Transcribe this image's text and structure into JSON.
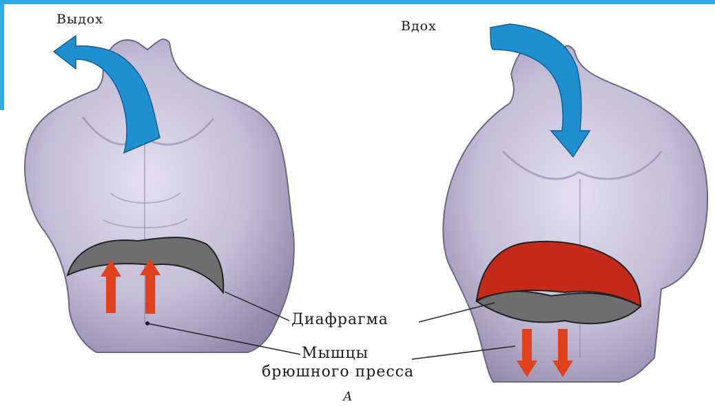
{
  "labels": {
    "exhale": "Выдох",
    "inhale": "Вдох",
    "diaphragm": "Диафрагма",
    "muscles_line1": "Мышцы",
    "muscles_line2": "брюшного пресса",
    "figure_letter": "А"
  },
  "colors": {
    "frame_accent": "#29abe2",
    "air_arrow": "#1f8fd0",
    "diaphragm_relaxed": "#6e6e70",
    "diaphragm_contracted": "#c42a1a",
    "muscle_arrow": "#e0411c",
    "skin": "#bdb6cf"
  },
  "icons": {
    "exhale_air": "curved-arrow-up-left-icon",
    "inhale_air": "curved-arrow-down-icon",
    "muscle_push": "arrow-up-icon",
    "muscle_pull": "arrow-down-icon"
  }
}
